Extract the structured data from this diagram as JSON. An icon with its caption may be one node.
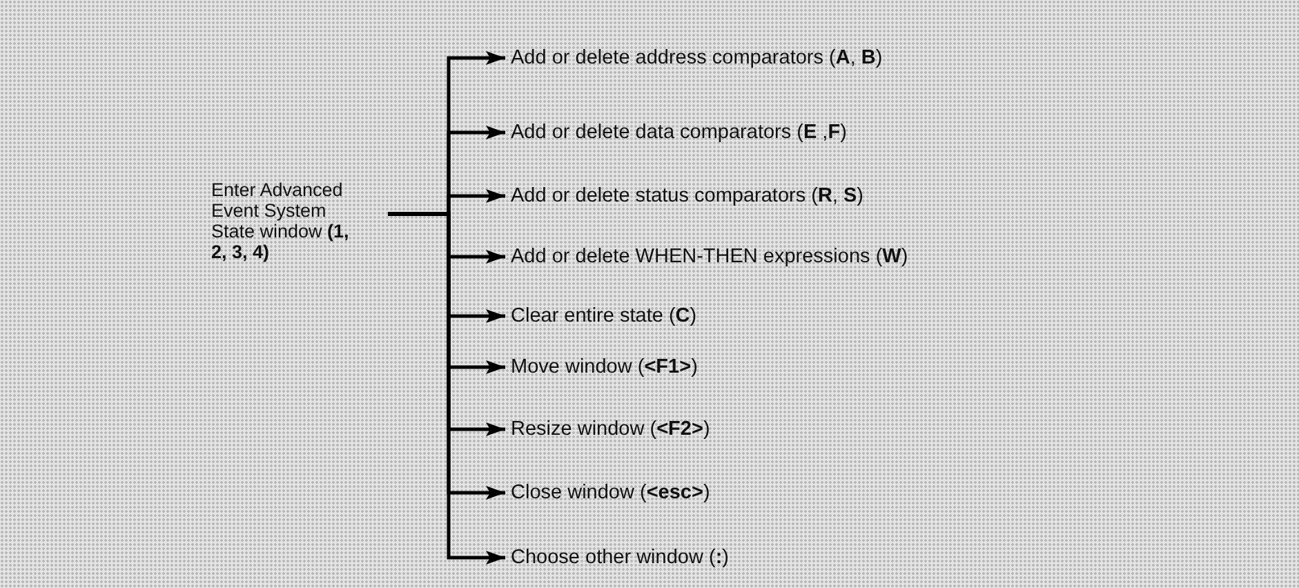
{
  "diagram": {
    "nodes": [
      {
        "text": [
          "Enter Advanced Event System State window **(1, 2, 3, 4)**"
        ]
      },
      {
        "text": [
          "Add or delete address comparators (**A**, **B**)"
        ]
      },
      {
        "text": [
          "Add or delete data comparators (**E** ,**F**)"
        ]
      },
      {
        "text": [
          "Add or delete status comparators (**R**, **S**)"
        ]
      },
      {
        "text": [
          "Add or delete WHEN-THEN expressions (**W**)"
        ]
      },
      {
        "text": [
          "Clear entire state (**C**)"
        ]
      },
      {
        "text": [
          "Move window (**<F1>**)"
        ]
      },
      {
        "text": [
          "Resize window (**<F2>**)"
        ]
      },
      {
        "text": [
          "Close window (**<esc>**)"
        ]
      },
      {
        "text": [
          "Choose other window (**:**)"
        ]
      }
    ],
    "edges": [
      {
        "from": 0,
        "to": 1,
        "arrow": "to"
      },
      {
        "from": 0,
        "to": 2,
        "arrow": "to"
      },
      {
        "from": 0,
        "to": 3,
        "arrow": "to"
      },
      {
        "from": 0,
        "to": 4,
        "arrow": "to"
      },
      {
        "from": 0,
        "to": 5,
        "arrow": "to"
      },
      {
        "from": 0,
        "to": 6,
        "arrow": "to"
      },
      {
        "from": 0,
        "to": 7,
        "arrow": "to"
      },
      {
        "from": 0,
        "to": 8,
        "arrow": "to"
      },
      {
        "from": 0,
        "to": 9,
        "arrow": "to"
      }
    ]
  }
}
